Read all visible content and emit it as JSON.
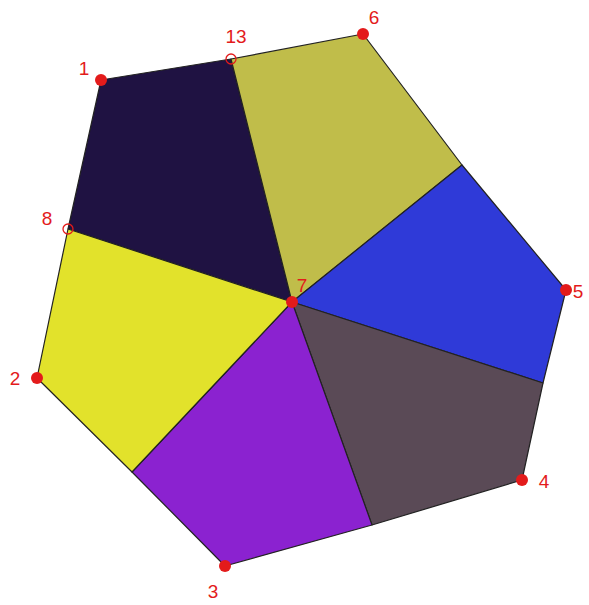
{
  "diagram": {
    "labels": [
      "1",
      "13",
      "6",
      "5",
      "4",
      "3",
      "2",
      "8",
      "7"
    ]
  }
}
